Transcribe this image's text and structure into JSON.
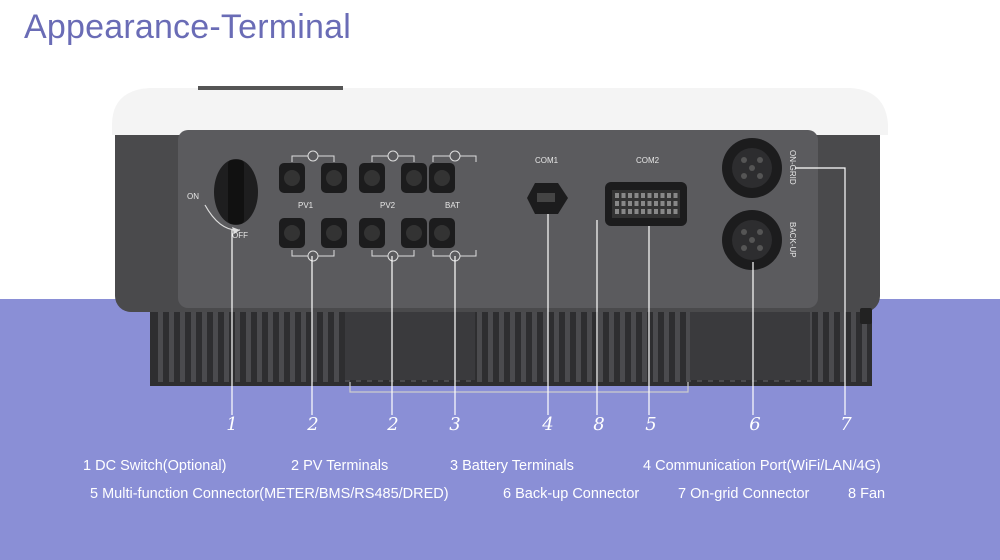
{
  "title": "Appearance-Terminal",
  "device_labels": {
    "on": "ON",
    "off": "OFF",
    "pv1": "PV1",
    "pv2": "PV2",
    "bat": "BAT",
    "com1": "COM1",
    "com2": "COM2",
    "on_grid": "ON-GRID",
    "back_up": "BACK-UP"
  },
  "callouts": [
    "1",
    "2",
    "2",
    "3",
    "4",
    "8",
    "5",
    "6",
    "7"
  ],
  "legend": {
    "row1": [
      "1 DC Switch(Optional)",
      "2 PV Terminals",
      "3 Battery Terminals",
      "4 Communication Port(WiFi/LAN/4G)"
    ],
    "row2": [
      "5 Multi-function Connector(METER/BMS/RS485/DRED)",
      "6 Back-up Connector",
      "7 On-grid Connector",
      "8 Fan"
    ]
  },
  "colors": {
    "accent": "#8a8fd6",
    "title": "#6a6cb6",
    "device_body": "#4a4a4c",
    "panel": "#5b5b5e",
    "cover": "#f4f4f4"
  }
}
